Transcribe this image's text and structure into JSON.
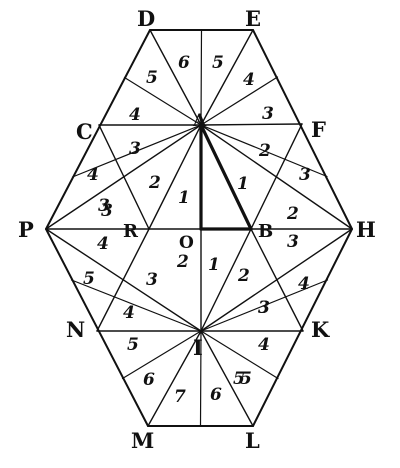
{
  "points": [
    {
      "id": "D",
      "label": "D"
    },
    {
      "id": "E",
      "label": "E"
    },
    {
      "id": "C",
      "label": "C"
    },
    {
      "id": "A",
      "label": "A"
    },
    {
      "id": "F",
      "label": "F"
    },
    {
      "id": "P",
      "label": "P"
    },
    {
      "id": "R",
      "label": "R"
    },
    {
      "id": "O",
      "label": "O"
    },
    {
      "id": "B",
      "label": "B"
    },
    {
      "id": "H",
      "label": "H"
    },
    {
      "id": "N",
      "label": "N"
    },
    {
      "id": "I",
      "label": "I"
    },
    {
      "id": "K",
      "label": "K"
    },
    {
      "id": "M",
      "label": "M"
    },
    {
      "id": "L",
      "label": "L"
    }
  ],
  "region_numbers": [
    "6",
    "5",
    "5",
    "4",
    "4",
    "3",
    "3",
    "2",
    "4",
    "3",
    "1",
    "2",
    "1",
    "3",
    "3",
    "2",
    "1",
    "2",
    "2",
    "3",
    "3",
    "4",
    "5",
    "4",
    "3",
    "4",
    "3",
    "5",
    "4",
    "5",
    "6",
    "7",
    "6",
    "5"
  ]
}
